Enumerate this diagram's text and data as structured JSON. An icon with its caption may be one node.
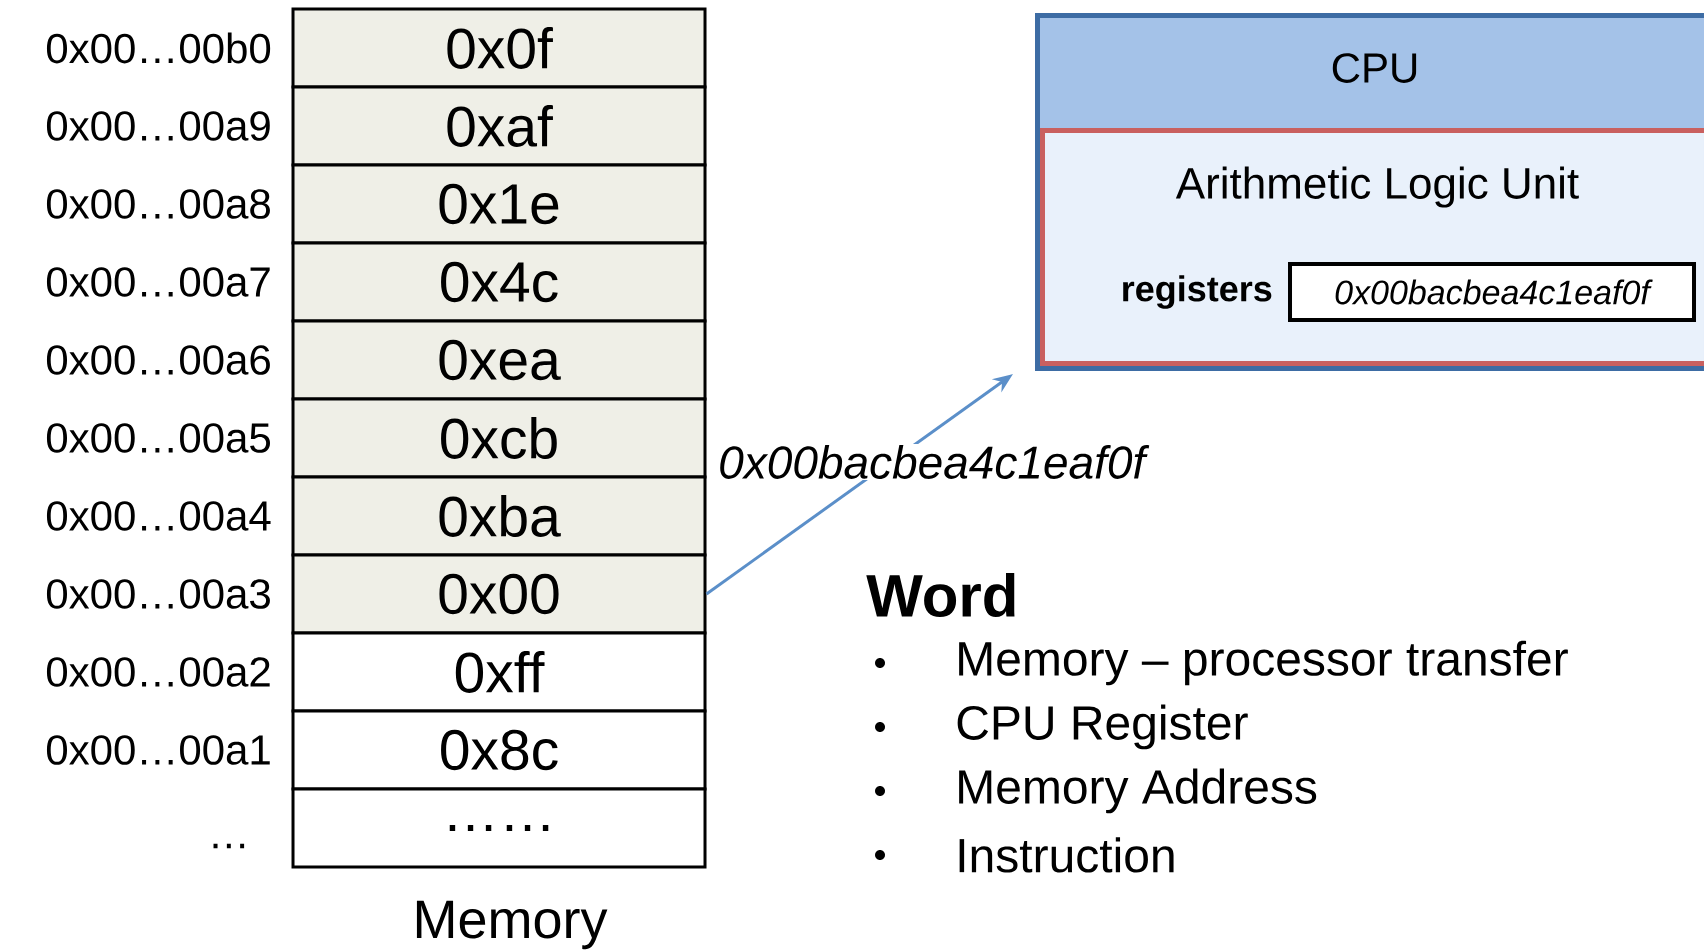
{
  "diagram": {
    "nodes": [
      {
        "text": [
          "0x0f"
        ]
      },
      {
        "text": [
          "0xaf"
        ]
      },
      {
        "text": [
          "0x1e"
        ]
      },
      {
        "text": [
          "0x4c"
        ]
      },
      {
        "text": [
          "0xea"
        ]
      },
      {
        "text": [
          "0xcb"
        ]
      },
      {
        "text": [
          "0xba"
        ]
      },
      {
        "text": [
          "0x00"
        ]
      },
      {
        "text": [
          "0xff"
        ]
      },
      {
        "text": [
          "0x8c"
        ]
      },
      {
        "text": [
          "……"
        ]
      },
      {
        "text": [
          "CPU"
        ]
      },
      {
        "text": [
          "Arithmetic Logic Unit"
        ],
        "in": 11
      },
      {
        "text": [
          "0x00bacbea4c1eaf0f"
        ],
        "in": 12,
        "beside": [
          "registers"
        ]
      }
    ],
    "edges": [
      {
        "from": 7,
        "to": 11,
        "arrow": "to",
        "label": "0x00bacbea4c1eaf0f"
      }
    ],
    "labels": [
      "0x00…00b0",
      "0x00…00a9",
      "0x00…00a8",
      "0x00…00a7",
      "0x00…00a6",
      "0x00…00a5",
      "0x00…00a4",
      "0x00…00a3",
      "0x00…00a2",
      "0x00…00a1",
      "…",
      "Memory",
      "Word",
      "Memory – processor transfer",
      "CPU Register",
      "Memory Address",
      "Instruction"
    ]
  }
}
